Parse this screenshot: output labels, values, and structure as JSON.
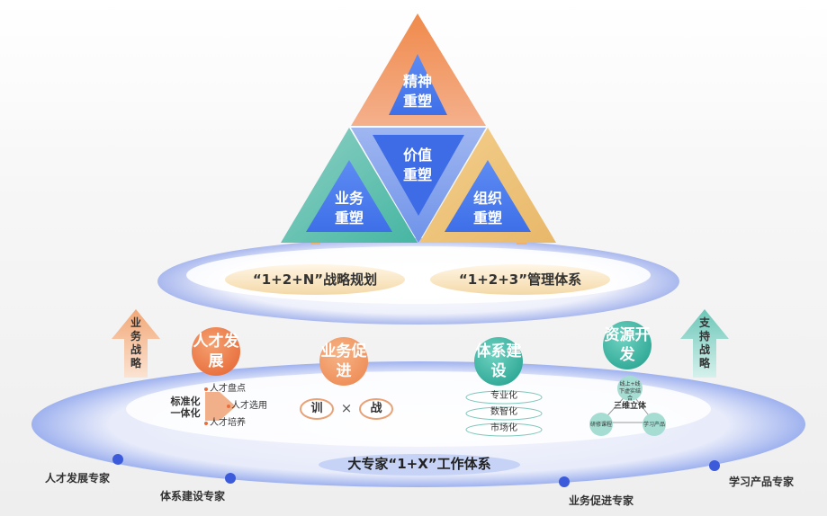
{
  "triangles": {
    "top": "精神\n重塑",
    "center": "价值\n重塑",
    "left": "业务\n重塑",
    "right": "组织\n重塑"
  },
  "pills": {
    "left": "“1+2+N”战略规划",
    "right": "“1+2+3”管理体系"
  },
  "side_arrows": {
    "left": "业务战略",
    "right": "支持战略"
  },
  "circles": {
    "talent": "人才发展",
    "business": "业务促进",
    "system": "体系建设",
    "resource": "资源开发"
  },
  "talent_block": {
    "label": "标准化一体化",
    "items": [
      "人才盘点",
      "人才选用",
      "人才培养"
    ]
  },
  "business_block": {
    "left": "训",
    "times": "×",
    "right": "战"
  },
  "system_block": {
    "items": [
      "专业化",
      "数智化",
      "市场化"
    ]
  },
  "resource_block": {
    "top": "线上+线下虚实结合",
    "center": "三维立体",
    "left": "研修课程",
    "right": "学习产品"
  },
  "base_title": "大专家“1+X”工作体系",
  "experts": {
    "talent": "人才发展专家",
    "system": "体系建设专家",
    "business": "业务促进专家",
    "product": "学习产品专家"
  },
  "colors": {
    "orange": "#ee7d4a",
    "teal": "#3fb7a8",
    "blue": "#4a7ef0",
    "gold": "#f0c070",
    "navy_dot": "#3b5bdb"
  }
}
